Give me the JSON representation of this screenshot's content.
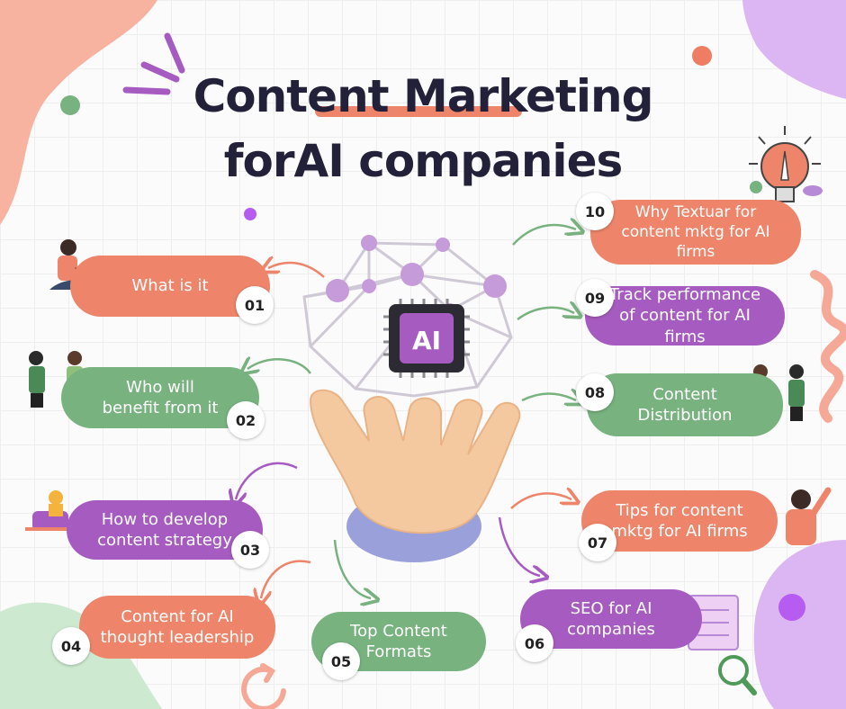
{
  "title": {
    "line1": "Content Marketing",
    "line2": "forAI companies"
  },
  "center": {
    "chip_label": "AI"
  },
  "colors": {
    "orange": "#ee8469",
    "green": "#78b27f",
    "purple": "#a65bc0",
    "dark": "#23213a"
  },
  "items": [
    {
      "number": "01",
      "label": "What is it",
      "color": "orange"
    },
    {
      "number": "02",
      "label": "Who will\nbenefit from it",
      "color": "green"
    },
    {
      "number": "03",
      "label": "How to develop\ncontent strategy",
      "color": "purple"
    },
    {
      "number": "04",
      "label": "Content for AI\nthought leadership",
      "color": "orange"
    },
    {
      "number": "05",
      "label": "Top Content\nFormats",
      "color": "green"
    },
    {
      "number": "06",
      "label": "SEO for AI\ncompanies",
      "color": "purple"
    },
    {
      "number": "07",
      "label": "Tips for content\nmktg for AI firms",
      "color": "orange"
    },
    {
      "number": "08",
      "label": "Content\nDistribution",
      "color": "green"
    },
    {
      "number": "09",
      "label": "Track performance\nof content for AI firms",
      "color": "purple"
    },
    {
      "number": "10",
      "label": "Why Textuar for\ncontent mktg for AI firms",
      "color": "orange"
    }
  ]
}
